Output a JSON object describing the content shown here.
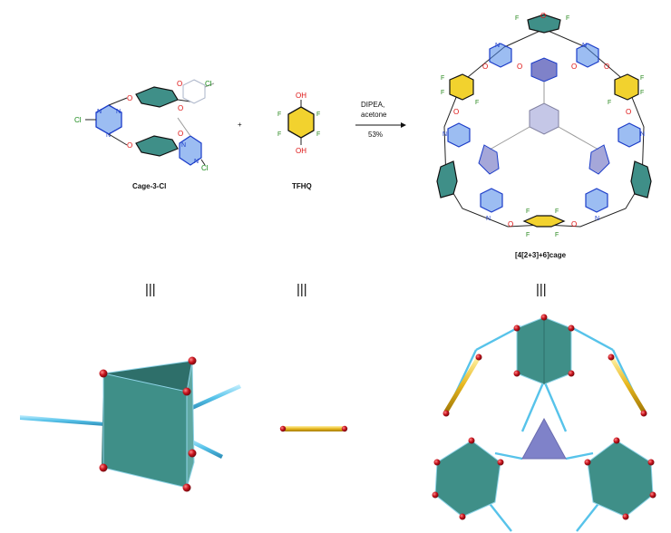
{
  "reaction": {
    "reactant1_label": "Cage-3-Cl",
    "reactant2_label": "TFHQ",
    "plus_sign": "+",
    "conditions_line1": "DIPEA,",
    "conditions_line2": "acetone",
    "yield": "53%",
    "product_label": "[4[2+3]+6]cage"
  },
  "equivalence_symbol": "|||",
  "atoms": {
    "oxygen": "O",
    "nitrogen": "N",
    "chlorine": "Cl",
    "fluorine": "F",
    "hydroxyl": "OH"
  },
  "colors": {
    "triazine_blue": "#4a86e8",
    "fluoro_ring_yellow": "#f2d22e",
    "prism_teal": "#3f8f88",
    "bond_cyan": "#57c3ea",
    "linker_gold": "#e8b820",
    "vertex_red": "#c8141e",
    "center_triangle": "#7f82c9"
  }
}
